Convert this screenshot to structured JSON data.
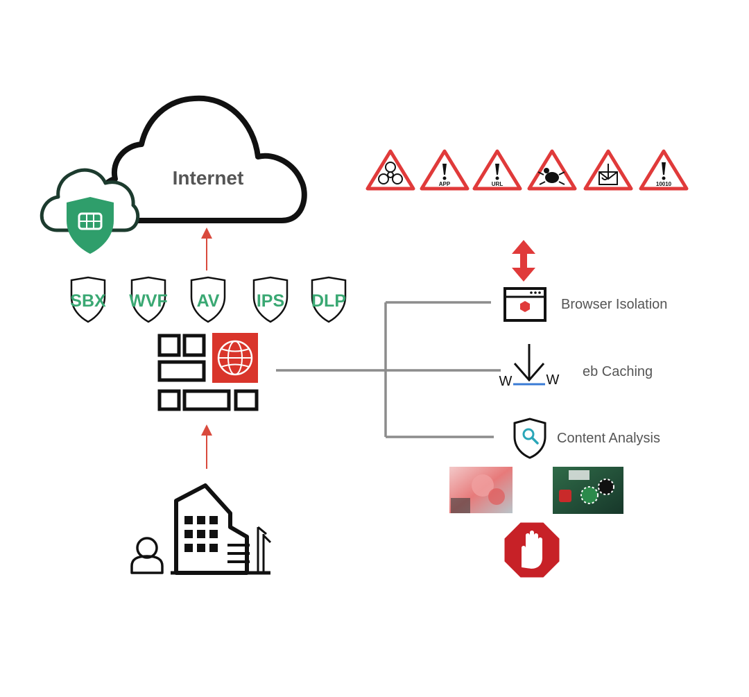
{
  "cloud": {
    "title": "Internet"
  },
  "shields": [
    {
      "label": "SBX"
    },
    {
      "label": "WVF"
    },
    {
      "label": "AV"
    },
    {
      "label": "IPS"
    },
    {
      "label": "DLP"
    }
  ],
  "warnings": [
    {
      "icon": "biohazard-icon",
      "text": ""
    },
    {
      "icon": "exclamation-icon",
      "text": "APP"
    },
    {
      "icon": "exclamation-icon",
      "text": "URL"
    },
    {
      "icon": "bug-icon",
      "text": ""
    },
    {
      "icon": "phishing-hook-icon",
      "text": ""
    },
    {
      "icon": "exclamation-icon",
      "text": "10010"
    }
  ],
  "services": {
    "browser_isolation": "Browser Isolation",
    "web_caching": "eb Caching",
    "content_analysis": "Content Analysis"
  },
  "caching_icon": {
    "left_letter": "W",
    "right_letter": "W"
  },
  "colors": {
    "shield_text": "#3aa873",
    "warning_red": "#e03a3a",
    "fortinet_red": "#d9352b",
    "arrow_red": "#d94a3d",
    "line_gray": "#8c8c8c",
    "magnifier_teal": "#2aa6b8"
  }
}
